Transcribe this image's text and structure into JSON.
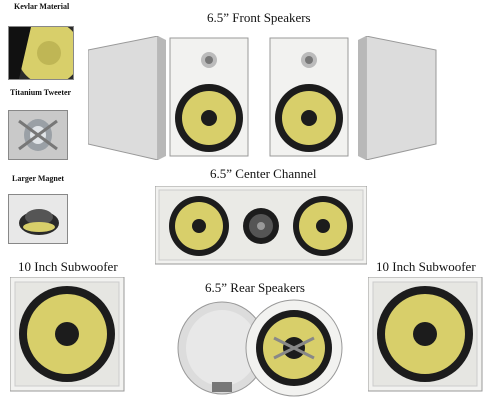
{
  "labels": {
    "kevlar": "Kevlar Material",
    "tweeter": "Titanium Tweeter",
    "magnet": "Larger Magnet",
    "front": "6.5” Front Speakers",
    "center": "6.5” Center Channel",
    "sub_left": "10 Inch Subwoofer",
    "rear": "6.5” Rear Speakers",
    "sub_right": "10 Inch Subwoofer"
  },
  "colors": {
    "kevlar_yellow": "#d8cf6a",
    "frame_white": "#f2f2f0",
    "grille_gray": "#dcdcdc",
    "surround_black": "#1c1c1c"
  }
}
